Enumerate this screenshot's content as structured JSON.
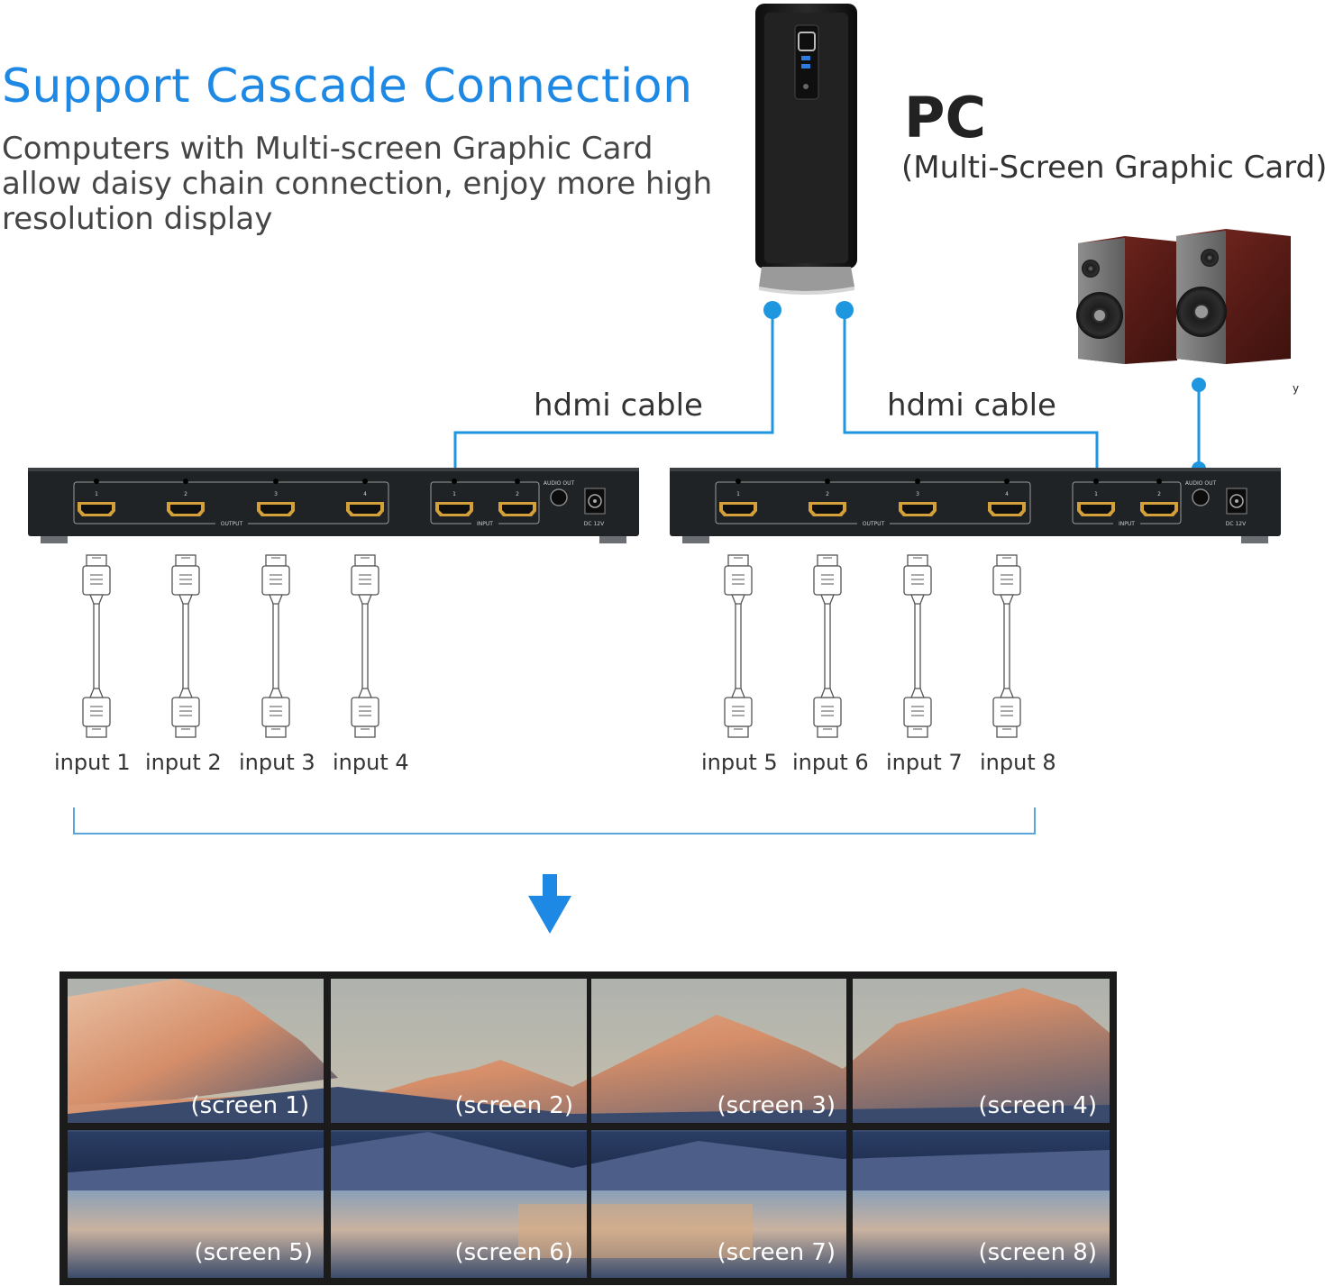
{
  "headline": "Support Cascade Connection",
  "description": [
    "Computers  with Multi-screen Graphic Card",
    "allow daisy chain connection, enjoy more high",
    "resolution display"
  ],
  "pc": {
    "title": "PC",
    "subtitle": "(Multi-Screen Graphic Card)"
  },
  "cable_labels": [
    "hdmi cable",
    "hdmi cable"
  ],
  "inputs": [
    "input 1",
    "input 2",
    "input 3",
    "input 4",
    "input 5",
    "input 6",
    "input 7",
    "input 8"
  ],
  "switch": {
    "output_label": "OUTPUT",
    "input_label": "INPUT",
    "audio_label": "AUDIO OUT",
    "dc_label": "DC 12V",
    "output_ports": [
      "1",
      "2",
      "3",
      "4"
    ],
    "input_ports": [
      "1",
      "2"
    ]
  },
  "screens": [
    "(screen 1)",
    "(screen 2)",
    "(screen 3)",
    "(screen 4)",
    "(screen 5)",
    "(screen 6)",
    "(screen 7)",
    "(screen 8)"
  ],
  "stray_mark": "y",
  "colors": {
    "accent": "#1e88e5",
    "connector": "#1e96e0",
    "switch_body": "#1f2326"
  },
  "icons": [
    "pc-tower-icon",
    "speakers-icon",
    "hdmi-cable-icon",
    "down-arrow-icon"
  ]
}
